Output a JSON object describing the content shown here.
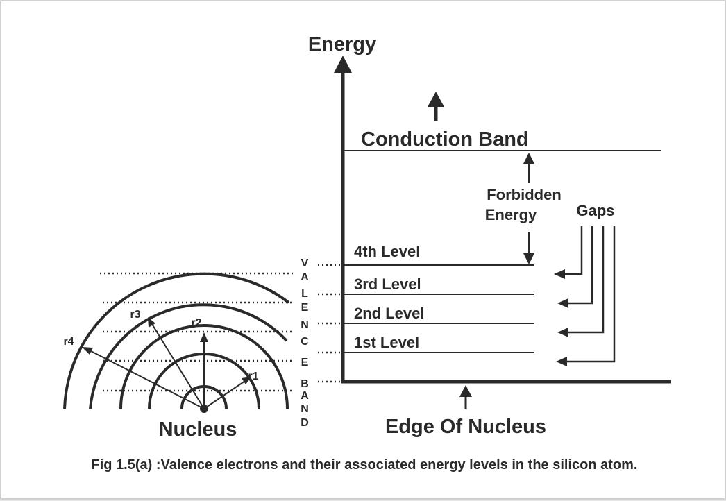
{
  "diagram": {
    "axis_label": "Energy",
    "conduction_band": "Conduction Band",
    "forbidden_label_line1": "Forbidden",
    "forbidden_label_line2": "Energy",
    "gaps_label": "Gaps",
    "levels": [
      "4th Level",
      "3rd Level",
      "2nd Level",
      "1st Level"
    ],
    "band_letters": [
      "V",
      "A",
      "L",
      "E",
      "N",
      "C",
      "E",
      "B",
      "A",
      "N",
      "D"
    ],
    "radii_labels": [
      "r1",
      "r2",
      "r3",
      "r4"
    ],
    "nucleus_label": "Nucleus",
    "edge_label": "Edge Of Nucleus",
    "caption": "Fig 1.5(a) :Valence electrons and their associated energy levels in the silicon atom."
  }
}
